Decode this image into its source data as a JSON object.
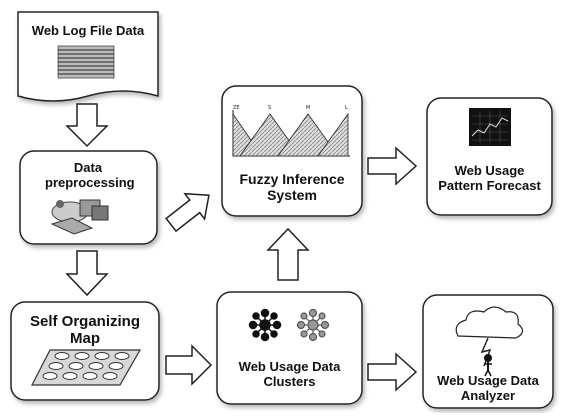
{
  "nodes": {
    "web_log_file_data": "Web Log File Data",
    "data_preprocessing": "Data preprocessing",
    "self_organizing_map": "Self Organizing Map",
    "fuzzy_inference_system": "Fuzzy Inference System",
    "web_usage_data_clusters": "Web Usage Data Clusters",
    "web_usage_pattern_forecast": "Web Usage Pattern Forecast",
    "web_usage_data_analyzer": "Web Usage Data Analyzer"
  },
  "fuzzy_chart": {
    "labels": [
      "ZE",
      "S",
      "M",
      "L"
    ]
  }
}
